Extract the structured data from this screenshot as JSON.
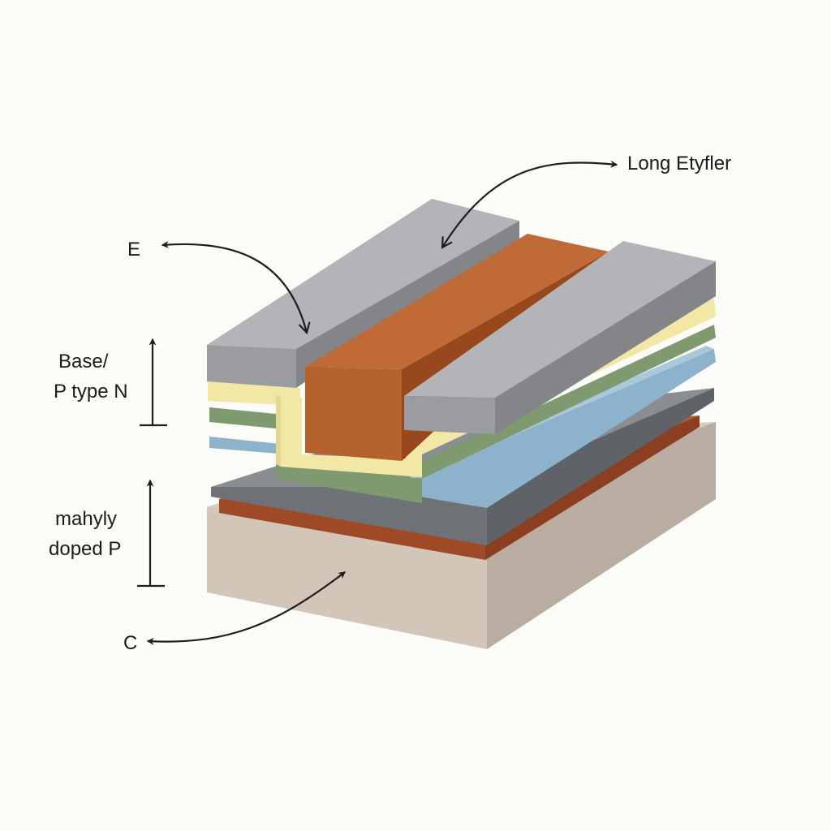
{
  "labels": {
    "top_right": "Long Etyfler",
    "emitter": "E",
    "base_line1": "Base/",
    "base_line2": "P type N",
    "doped_line1": "mahyly",
    "doped_line2": "doped P",
    "collector": "C"
  },
  "colors": {
    "background": "#fbfbf8",
    "metal_contact": "#9a9ca0",
    "copper_emitter": "#b5622e",
    "yellow_layer": "#f2e7a4",
    "green_layer": "#7f9a6e",
    "blue_layer": "#8db3cc",
    "dark_grey_layer": "#727579",
    "rust_layer": "#9e4a27",
    "substrate": "#d3c6b8",
    "arrow": "#1e1e1e"
  }
}
